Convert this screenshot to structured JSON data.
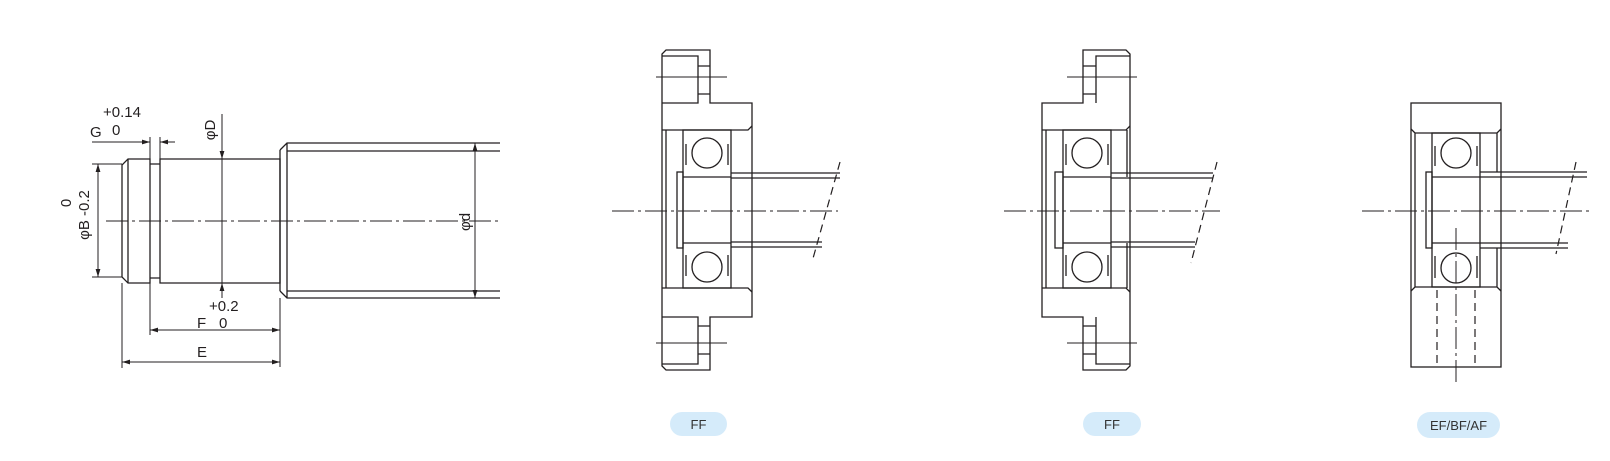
{
  "shaft_dimensions": {
    "g_tol_upper": "+0.14",
    "g_label": "G",
    "g_tol_lower": "0",
    "phi_d_large": "φD",
    "phi_b_label": "φB -0.2",
    "phi_b_tol_upper": "0",
    "phi_d_small": "φd",
    "f_tol_upper": "+0.2",
    "f_label": "F",
    "f_tol_lower": "0",
    "e_label": "E"
  },
  "variants": [
    {
      "label": "FF"
    },
    {
      "label": "FF"
    },
    {
      "label": "EF/BF/AF"
    }
  ],
  "colors": {
    "badge": "#d5ebfa",
    "line": "#231f20"
  }
}
